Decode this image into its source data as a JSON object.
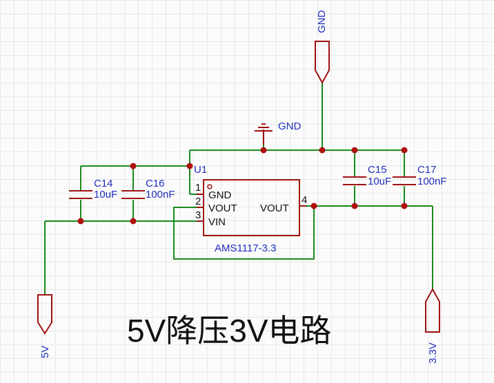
{
  "title": "5V降压3V电路",
  "regulator": {
    "ref": "U1",
    "part": "AMS1117-3.3",
    "pins": [
      {
        "num": "1",
        "name": "GND"
      },
      {
        "num": "2",
        "name": "VOUT"
      },
      {
        "num": "3",
        "name": "VIN"
      },
      {
        "num": "4",
        "name": "VOUT"
      }
    ]
  },
  "capacitors": [
    {
      "ref": "C14",
      "value": "10uF"
    },
    {
      "ref": "C16",
      "value": "100nF"
    },
    {
      "ref": "C15",
      "value": "10uF"
    },
    {
      "ref": "C17",
      "value": "100nF"
    }
  ],
  "ports": {
    "top": "GND",
    "gnd_symbol": "GND",
    "input": "5V",
    "output": "3.3V"
  },
  "colors": {
    "wire": "#1a8a1a",
    "component": "#a01010",
    "label": "#1f2fbf"
  }
}
